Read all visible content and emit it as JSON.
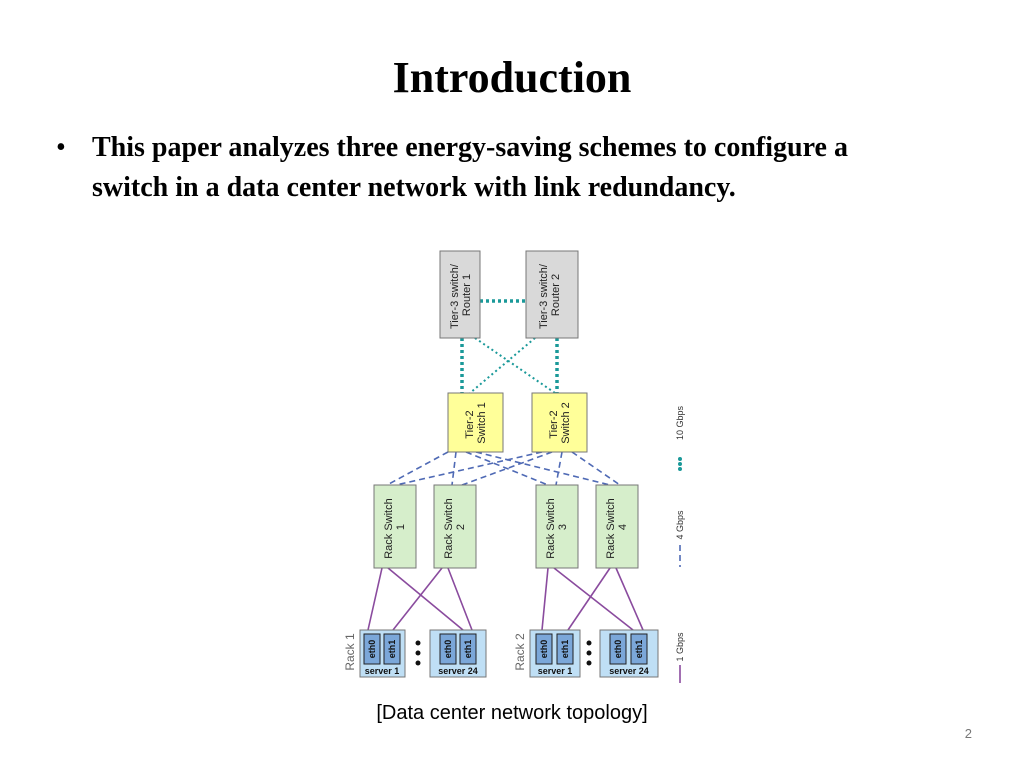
{
  "slide": {
    "title": "Introduction",
    "bullet": "This paper analyzes three energy-saving schemes to configure a switch in a data center network with link redundancy.",
    "caption": "[Data center network topology]",
    "page_number": "2"
  },
  "diagram": {
    "routers": [
      {
        "line1": "Tier-3 switch/",
        "line2": "Router 1"
      },
      {
        "line1": "Tier-3 switch/",
        "line2": "Router 2"
      }
    ],
    "tier2": [
      {
        "line1": "Tier-2",
        "line2": "Switch 1"
      },
      {
        "line1": "Tier-2",
        "line2": "Switch 2"
      }
    ],
    "racks": [
      {
        "line1": "Rack Switch",
        "line2": "1"
      },
      {
        "line1": "Rack Switch",
        "line2": "2"
      },
      {
        "line1": "Rack Switch",
        "line2": "3"
      },
      {
        "line1": "Rack Switch",
        "line2": "4"
      }
    ],
    "rack_labels": [
      "Rack 1",
      "Rack 2"
    ],
    "servers": [
      "server 1",
      "server 24",
      "server 1",
      "server 24"
    ],
    "ports": [
      "eth0",
      "eth1"
    ],
    "legend": [
      "10 Gbps",
      "4 Gbps",
      "1 Gbps"
    ],
    "colors": {
      "router": "#d9d9d9",
      "tier2": "#ffff99",
      "rack": "#d6eecb",
      "server": "#bfdff5",
      "eth": "#7ba7d9",
      "link10": "#1a9999",
      "link4": "#4f6ab5",
      "link1": "#8a4b9e"
    }
  }
}
